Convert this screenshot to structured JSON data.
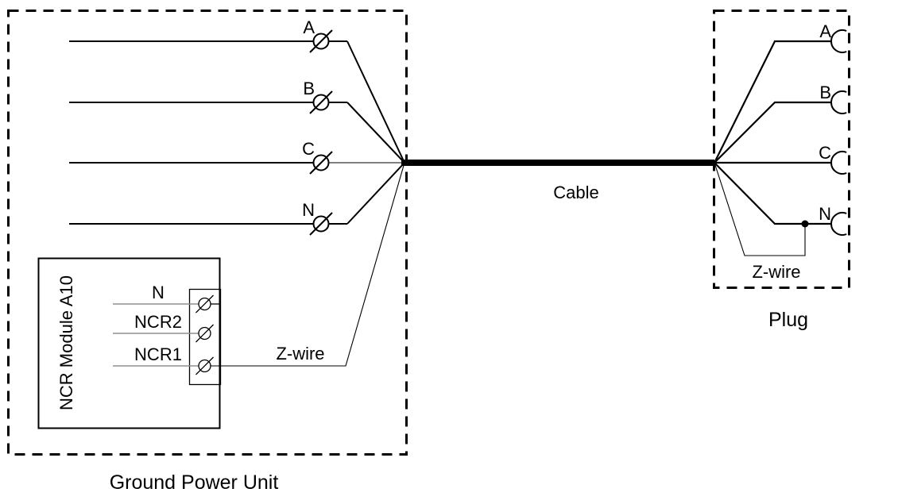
{
  "gpu": {
    "label": "Ground Power Unit",
    "phases": [
      "A",
      "B",
      "C",
      "N"
    ],
    "ncr_module": {
      "title": "NCR Module A10",
      "terminals": [
        "N",
        "NCR2",
        "NCR1"
      ]
    },
    "z_wire_label": "Z-wire"
  },
  "cable": {
    "label": "Cable"
  },
  "plug": {
    "label": "Plug",
    "pins": [
      "A",
      "B",
      "C",
      "N"
    ],
    "z_wire_label": "Z-wire"
  },
  "colors": {
    "line": "#000000",
    "module_wire": "#8f8f8f",
    "background": "#ffffff"
  }
}
